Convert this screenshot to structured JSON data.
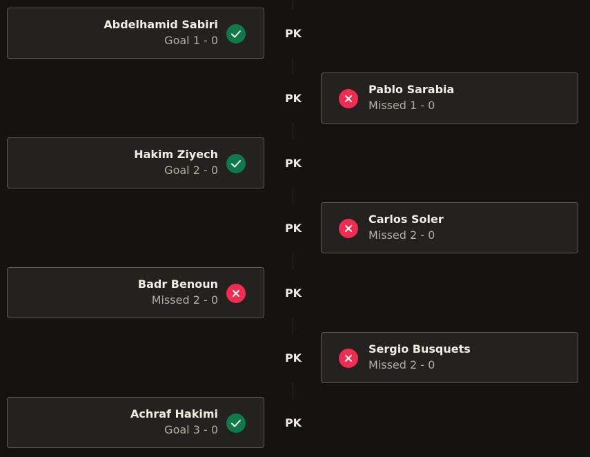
{
  "kicks": [
    {
      "side": "home",
      "player": "Abdelhamid Sabiri",
      "result": "Goal 1 - 0",
      "outcome": "goal",
      "pk_label": "PK"
    },
    {
      "side": "away",
      "player": "Pablo Sarabia",
      "result": "Missed 1 - 0",
      "outcome": "missed",
      "pk_label": "PK"
    },
    {
      "side": "home",
      "player": "Hakim Ziyech",
      "result": "Goal 2 - 0",
      "outcome": "goal",
      "pk_label": "PK"
    },
    {
      "side": "away",
      "player": "Carlos Soler",
      "result": "Missed 2 - 0",
      "outcome": "missed",
      "pk_label": "PK"
    },
    {
      "side": "home",
      "player": "Badr Benoun",
      "result": "Missed 2 - 0",
      "outcome": "missed",
      "pk_label": "PK"
    },
    {
      "side": "away",
      "player": "Sergio Busquets",
      "result": "Missed 2 - 0",
      "outcome": "missed",
      "pk_label": "PK"
    },
    {
      "side": "home",
      "player": "Achraf Hakimi",
      "result": "Goal 3 - 0",
      "outcome": "goal",
      "pk_label": "PK"
    }
  ],
  "colors": {
    "background": "#151312",
    "card": "#232220",
    "card_border": "#5e5a52",
    "goal": "#0f7a47",
    "missed": "#f02c50",
    "text_primary": "#f2ece2",
    "text_secondary": "#b5ada2"
  },
  "icons": {
    "goal": "check-icon",
    "missed": "close-icon"
  }
}
